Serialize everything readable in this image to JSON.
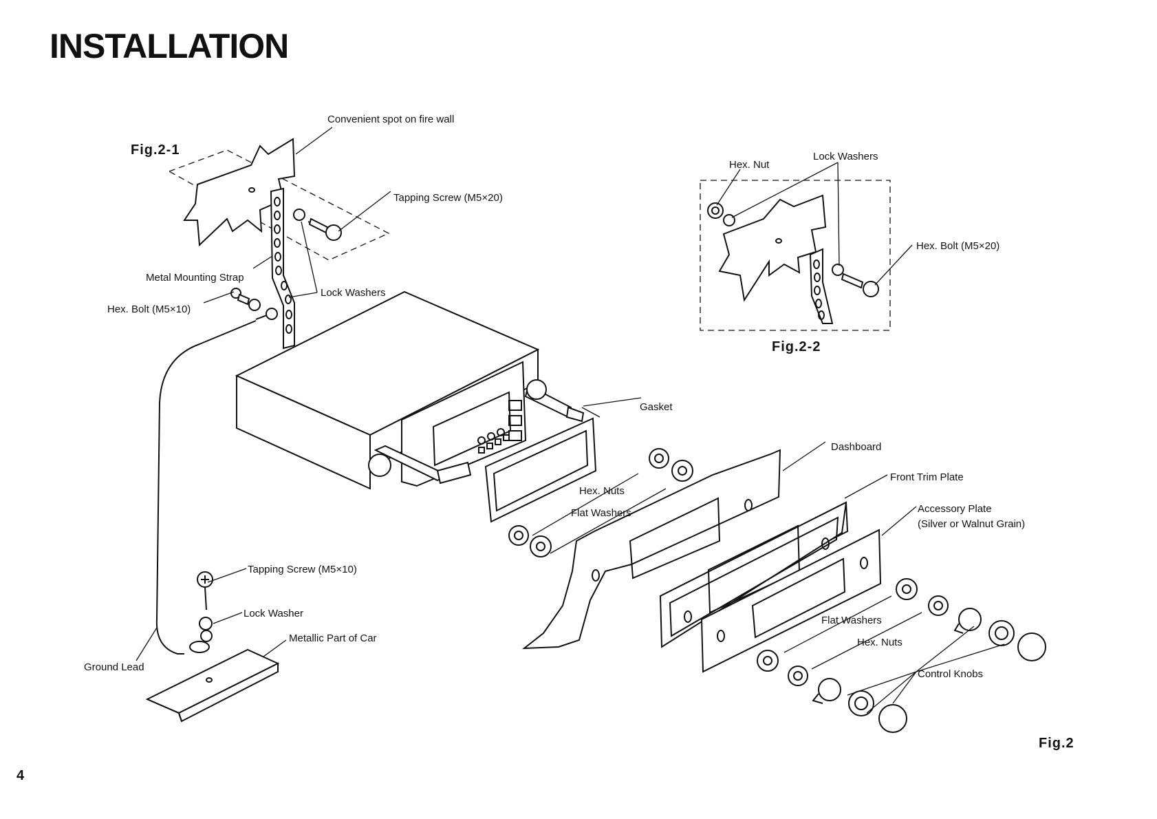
{
  "page": {
    "title": "INSTALLATION",
    "page_number": "4"
  },
  "figures": {
    "fig_2_1": "Fig.2-1",
    "fig_2_2": "Fig.2-2",
    "fig_2": "Fig.2"
  },
  "labels": {
    "convenient_spot": "Convenient spot on fire wall",
    "tapping_screw_m5x20": "Tapping Screw (M5×20)",
    "metal_mounting_strap": "Metal Mounting Strap",
    "lock_washers_left": "Lock Washers",
    "hex_bolt_m5x10": "Hex. Bolt (M5×10)",
    "hex_nut": "Hex. Nut",
    "lock_washers_right": "Lock Washers",
    "hex_bolt_m5x20": "Hex. Bolt (M5×20)",
    "gasket": "Gasket",
    "dashboard": "Dashboard",
    "front_trim_plate": "Front Trim Plate",
    "accessory_plate_1": "Accessory Plate",
    "accessory_plate_2": "(Silver or Walnut Grain)",
    "hex_nuts_center": "Hex. Nuts",
    "flat_washers_center": "Flat Washers",
    "tapping_screw_m5x10": "Tapping Screw (M5×10)",
    "lock_washer": "Lock Washer",
    "metallic_part": "Metallic Part of Car",
    "ground_lead": "Ground Lead",
    "flat_washers_right": "Flat Washers",
    "hex_nuts_right": "Hex. Nuts",
    "control_knobs": "Control Knobs"
  },
  "colors": {
    "ink": "#111111",
    "paper": "#ffffff",
    "shade": "#d4d4d4"
  }
}
